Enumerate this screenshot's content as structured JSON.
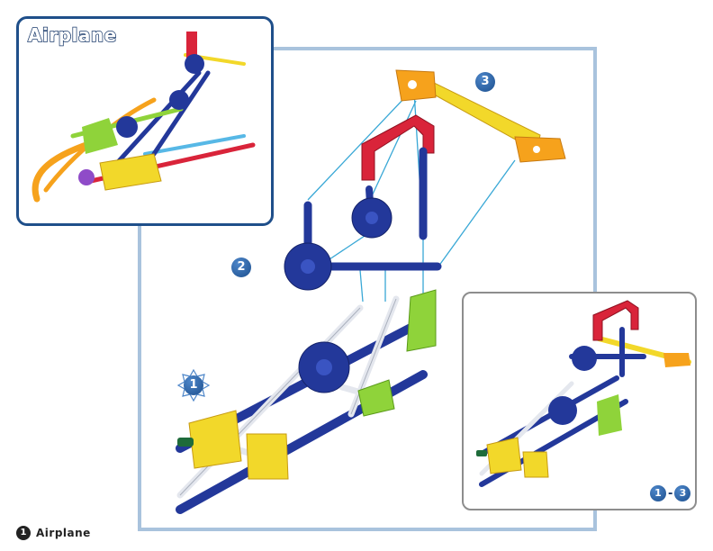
{
  "inset_top": {
    "title": "Airplane"
  },
  "steps": {
    "one": "1",
    "two": "2",
    "three": "3"
  },
  "range": {
    "start": "1",
    "separator": "-",
    "end": "3"
  },
  "footer": {
    "page_number": "1",
    "label": "Airplane"
  },
  "colors": {
    "frame": "#a9c3dd",
    "inset_border": "#1f4f8a",
    "blue_rod": "#23389a",
    "red": "#d9243a",
    "yellow": "#f2d82a",
    "orange": "#f6a21c",
    "green": "#8fd33a",
    "arrow": "#39a8d6"
  }
}
